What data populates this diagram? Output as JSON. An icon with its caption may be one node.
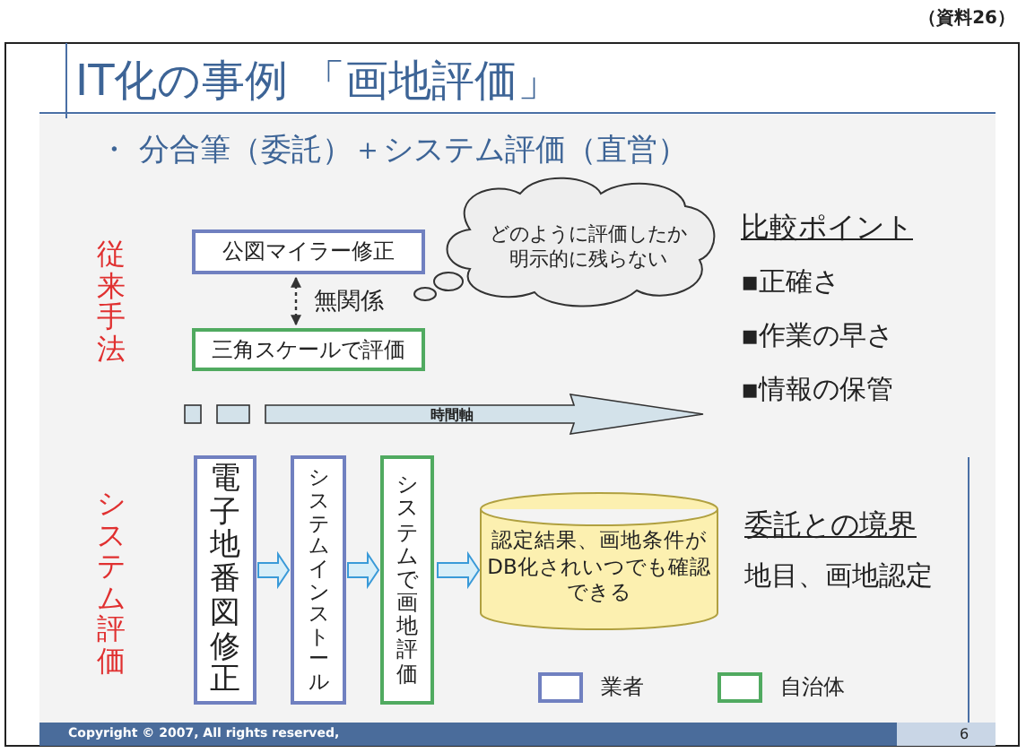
{
  "diagram": {
    "title": "IT化の事例 「画地評価」",
    "nodes": [
      {
        "text": [
          "公図マイラー修正"
        ]
      },
      {
        "text": [
          "三角スケールで評価"
        ]
      },
      {
        "text": [
          "どのように評価したか明示的に残らない"
        ]
      },
      {
        "text": [
          "電子地番図修正"
        ]
      },
      {
        "text": [
          "システムインストール"
        ]
      },
      {
        "text": [
          "システムで画地評価"
        ]
      },
      {
        "text": [
          "認定結果、画地条件がDB化されいつでも確認できる"
        ]
      }
    ],
    "edges": [
      {
        "from": 0,
        "to": 1,
        "arrow": "both",
        "style": "dashed",
        "label": "無関係"
      },
      {
        "from": 3,
        "to": 4,
        "arrow": "to",
        "style": "thick"
      },
      {
        "from": 4,
        "to": 5,
        "arrow": "to",
        "style": "thick"
      },
      {
        "from": 5,
        "to": 6,
        "arrow": "to",
        "style": "thick"
      }
    ],
    "labels": [
      "（資料26）",
      "・ 分合筆（委託）＋システム評価（直営）",
      "従来手法",
      "比較ポイント",
      "▪正確さ",
      "▪作業の早さ",
      "▪情報の保管",
      "時間軸",
      "システム評価",
      "委託との境界",
      "地目、画地認定",
      "Copyright © 2007, All rights reserved,",
      "6"
    ],
    "legend": [
      {
        "text": "業者"
      },
      {
        "text": "自治体"
      }
    ]
  }
}
